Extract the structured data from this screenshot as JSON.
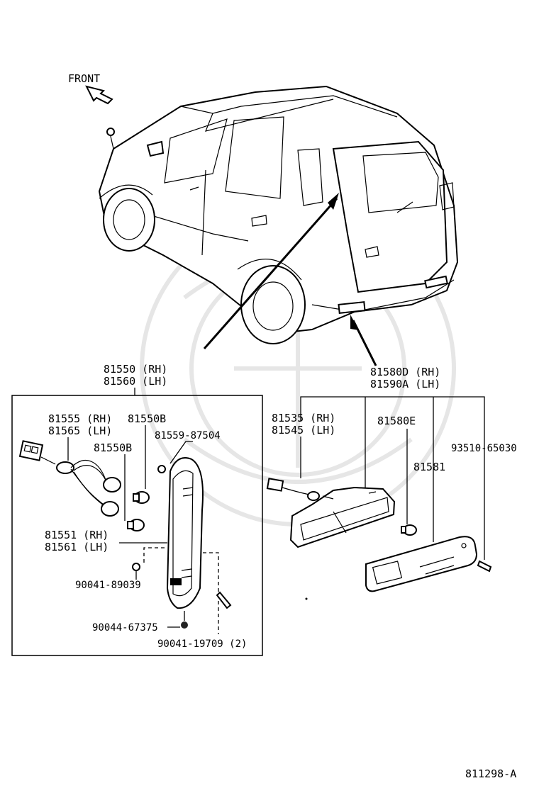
{
  "labels": {
    "front": "FRONT",
    "tail_rh": "81550 (RH)",
    "tail_lh": "81560 (LH)",
    "socket_rh": "81555 (RH)",
    "socket_lh": "81565 (LH)",
    "bulb_a": "81550B",
    "bulb_b": "81550B",
    "screw_top": "81559-87504",
    "lens_rh": "81551 (RH)",
    "lens_lh": "81561 (LH)",
    "screw_a": "90041-89039",
    "nut": "90044-67375",
    "screw_b": "90041-19709 (2)",
    "reflex_rh": "81580D (RH)",
    "reflex_lh": "81590A (LH)",
    "socket2_rh": "81535 (RH)",
    "socket2_lh": "81545 (LH)",
    "bulb_e": "81580E",
    "screw_c": "93510-65030",
    "lens2": "81581",
    "diagram_id": "811298-A"
  }
}
